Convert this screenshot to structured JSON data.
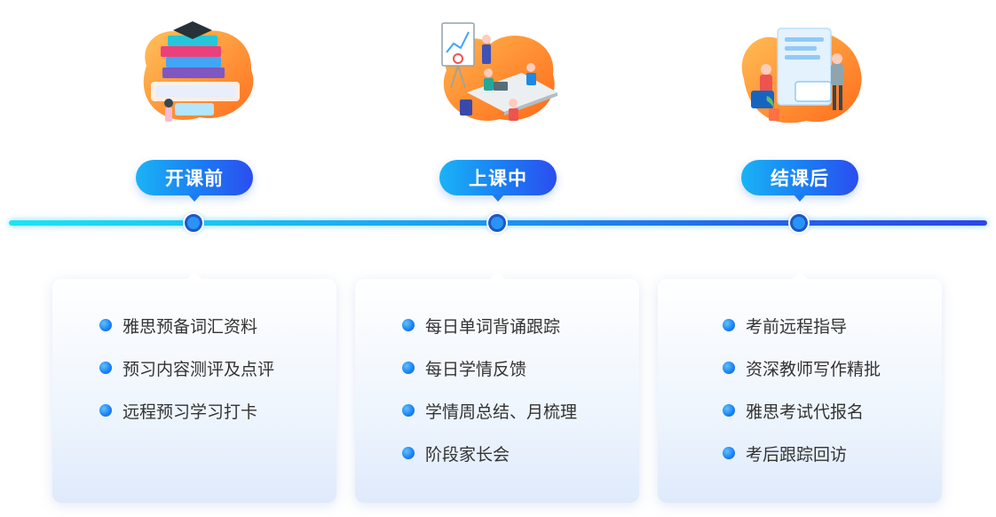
{
  "stages": [
    {
      "label": "开课前",
      "items": [
        "雅思预备词汇资料",
        "预习内容测评及点评",
        "远程预习学习打卡"
      ]
    },
    {
      "label": "上课中",
      "items": [
        "每日单词背诵跟踪",
        "每日学情反馈",
        "学情周总结、月梳理",
        "阶段家长会"
      ]
    },
    {
      "label": "结课后",
      "items": [
        "考前远程指导",
        "资深教师写作精批",
        "雅思考试代报名",
        "考后跟踪回访"
      ]
    }
  ],
  "colors": {
    "pill_start": "#1ab3f6",
    "pill_end": "#2b4df0",
    "timeline_start": "#19e6f3",
    "timeline_end": "#2d46ea",
    "illustration_orange": "#ff8a2b",
    "text": "#333333"
  },
  "icons": [
    "books-graduation-illustration",
    "classroom-meeting-illustration",
    "online-consultation-illustration"
  ]
}
